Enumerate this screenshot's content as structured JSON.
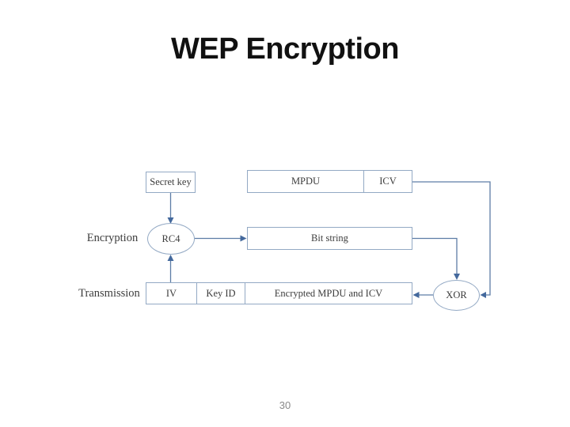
{
  "slide": {
    "title": "WEP Encryption",
    "page_number": "30"
  },
  "diagram": {
    "row_labels": {
      "encryption": "Encryption",
      "transmission": "Transmission"
    },
    "nodes": {
      "secret_key": "Secret key",
      "mpdu": "MPDU",
      "icv": "ICV",
      "rc4": "RC4",
      "bit_string": "Bit string",
      "iv": "IV",
      "key_id": "Key ID",
      "encrypted_mpdu_icv": "Encrypted MPDU and ICV",
      "xor": "XOR"
    }
  },
  "colors": {
    "line": "#5d7da6",
    "arrow": "#44699d",
    "box-border": "#93a9c4",
    "diagram-text": "#3c3c3c",
    "title-text": "#111111",
    "page-number": "#898989"
  }
}
